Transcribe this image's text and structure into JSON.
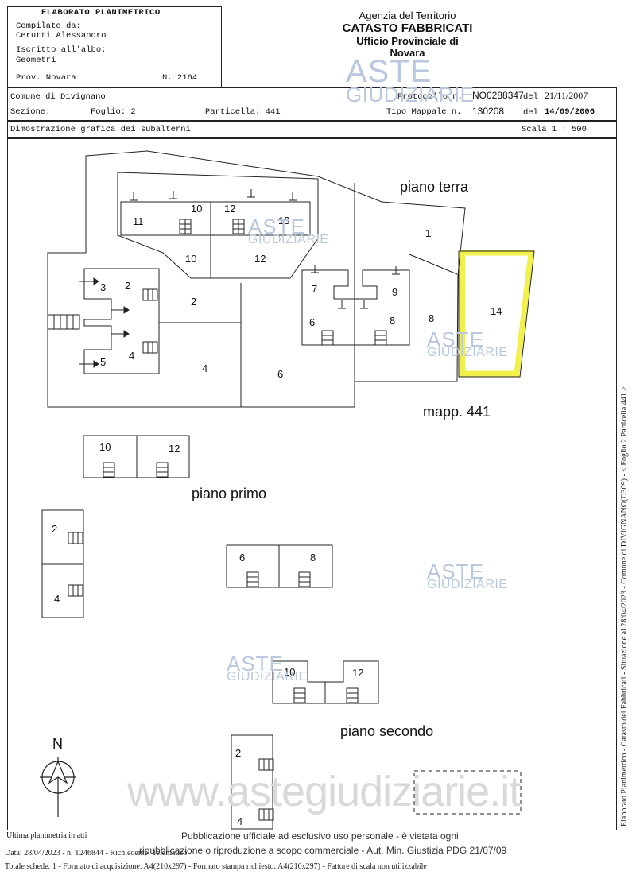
{
  "header": {
    "title": "ELABORATO PLANIMETRICO",
    "compilato_label": "Compilato da:",
    "compilato_name": "Cerutti Alessandro",
    "iscritto_label": "Iscritto all'albo:",
    "iscritto_value": "Geometri",
    "prov": "Prov. Novara",
    "numero": "N.  2164",
    "agency_line1": "Agenzia del Territorio",
    "agency_line2": "CATASTO FABBRICATI",
    "agency_line3": "Ufficio Provinciale di",
    "agency_line4": "Novara",
    "comune": "Comune di Divignano",
    "sezione": "Sezione:",
    "foglio": "Foglio: 2",
    "particella": "Particella: 441",
    "protocollo_label": "Protocollo n.",
    "protocollo_value": "NO0288347",
    "protocollo_del": "del",
    "protocollo_date": "21/11/2007",
    "tipo_label": "Tipo Mappale n.",
    "tipo_value": "130208",
    "tipo_del": "del",
    "tipo_date": "14/09/2006",
    "dimostrazione": "Dimostrazione grafica dei subalterni",
    "scala": "Scala 1 : 500"
  },
  "watermark": {
    "aste": "ASTE",
    "giudiziarie": "GIUDIZIARIE",
    "site": "www.astegiudiziarie.it"
  },
  "floors": {
    "terra": "piano terra",
    "primo": "piano primo",
    "secondo": "piano secondo",
    "mapp": "mapp. 441"
  },
  "labels": {
    "l1": "1",
    "l2a": "2",
    "l2b": "2",
    "l3": "3",
    "l4a": "4",
    "l4b": "4",
    "l5": "5",
    "l6a": "6",
    "l6b": "6",
    "l7": "7",
    "l8a": "8",
    "l8b": "8",
    "l9": "9",
    "l10a": "10",
    "l10b": "10",
    "l11": "11",
    "l12a": "12",
    "l12b": "12",
    "l13": "13",
    "l14": "14",
    "p1_10": "10",
    "p1_12": "12",
    "p1_2": "2",
    "p1_4": "4",
    "p1_6": "6",
    "p1_8": "8",
    "p2_10": "10",
    "p2_12": "12",
    "p2_2": "2",
    "p2_4": "4",
    "north": "N"
  },
  "footer": {
    "ultima": "Ultima planimetria in atti",
    "data_line": "Data: 28/04/2023 - n. T246844 - Richiedente: Telematico",
    "totale_line": "Totale schede: 1 - Formato di acquisizione: A4(210x297)  - Formato stampa richiesto: A4(210x297) - Fattore di scala non utilizzabile",
    "pub1": "Pubblicazione ufficiale ad esclusivo uso personale - è vietata ogni",
    "pub2": "ripubblicazione o riproduzione a scopo commerciale - Aut. Min. Giustizia PDG 21/07/09",
    "side": "Elaborato Planimetrico - Catasto dei Fabbricati - Situazione al 28/04/2023 - Comune di DIVIGNANO(D309) - < Foglio 2 Particella 441 >"
  },
  "colors": {
    "highlight": "#f0ee3a",
    "watermark": "#b9c8de"
  }
}
